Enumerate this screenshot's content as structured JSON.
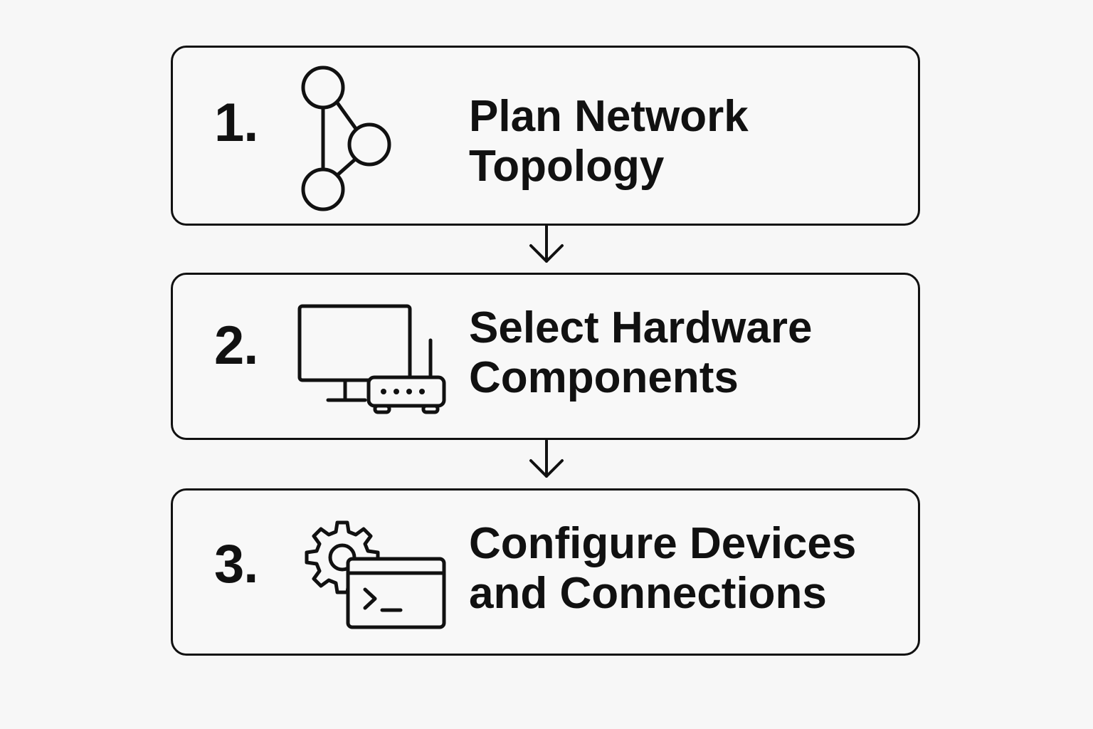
{
  "steps": [
    {
      "number": "1.",
      "title_lines": [
        "Plan Network",
        "Topology"
      ],
      "icon": "network-topology-icon"
    },
    {
      "number": "2.",
      "title_lines": [
        "Select Hardware",
        "Components"
      ],
      "icon": "computer-router-icon"
    },
    {
      "number": "3.",
      "title_lines": [
        "Configure Devices",
        "and Connections"
      ],
      "icon": "gear-terminal-icon"
    }
  ],
  "colors": {
    "stroke": "#111111",
    "background": "#f7f7f7"
  }
}
